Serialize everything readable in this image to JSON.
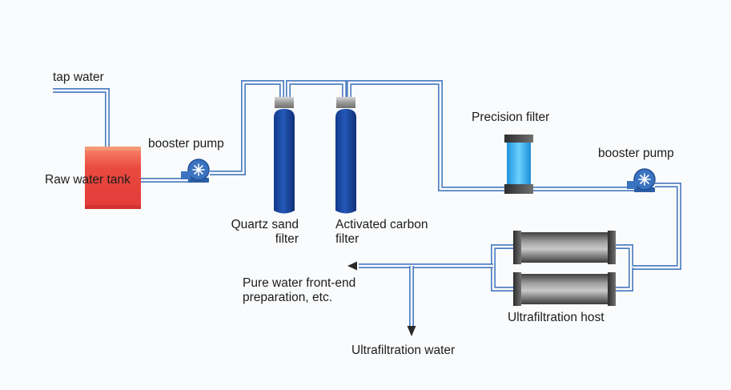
{
  "labels": {
    "tap_water": "tap water",
    "raw_water_tank": "Raw water tank",
    "booster_pump_1": "booster pump",
    "quartz_sand_filter_line1": "Quartz sand",
    "quartz_sand_filter_line2": "filter",
    "activated_carbon_filter_line1": "Activated carbon",
    "activated_carbon_filter_line2": "filter",
    "precision_filter": "Precision filter",
    "booster_pump_2": "booster pump",
    "ultrafiltration_host": "Ultrafiltration host",
    "pure_water_line1": "Pure water front-end",
    "pure_water_line2": "preparation, etc.",
    "ultrafiltration_water": "Ultrafiltration water"
  },
  "icons": {
    "pump": "pump-icon",
    "tank": "tank-icon",
    "sand_filter": "sand-filter-icon",
    "carbon_filter": "carbon-filter-icon",
    "precision_filter": "precision-filter-icon",
    "uf_module": "uf-module-icon",
    "arrow": "arrow-icon"
  },
  "colors": {
    "pipe": "#4f7fc2",
    "vessel": "#1a4aa8",
    "tank": "#e2483f",
    "precision_filter": "#2fa9ea",
    "uf_module": "#5d5d5d",
    "pump": "#3a73c0"
  }
}
